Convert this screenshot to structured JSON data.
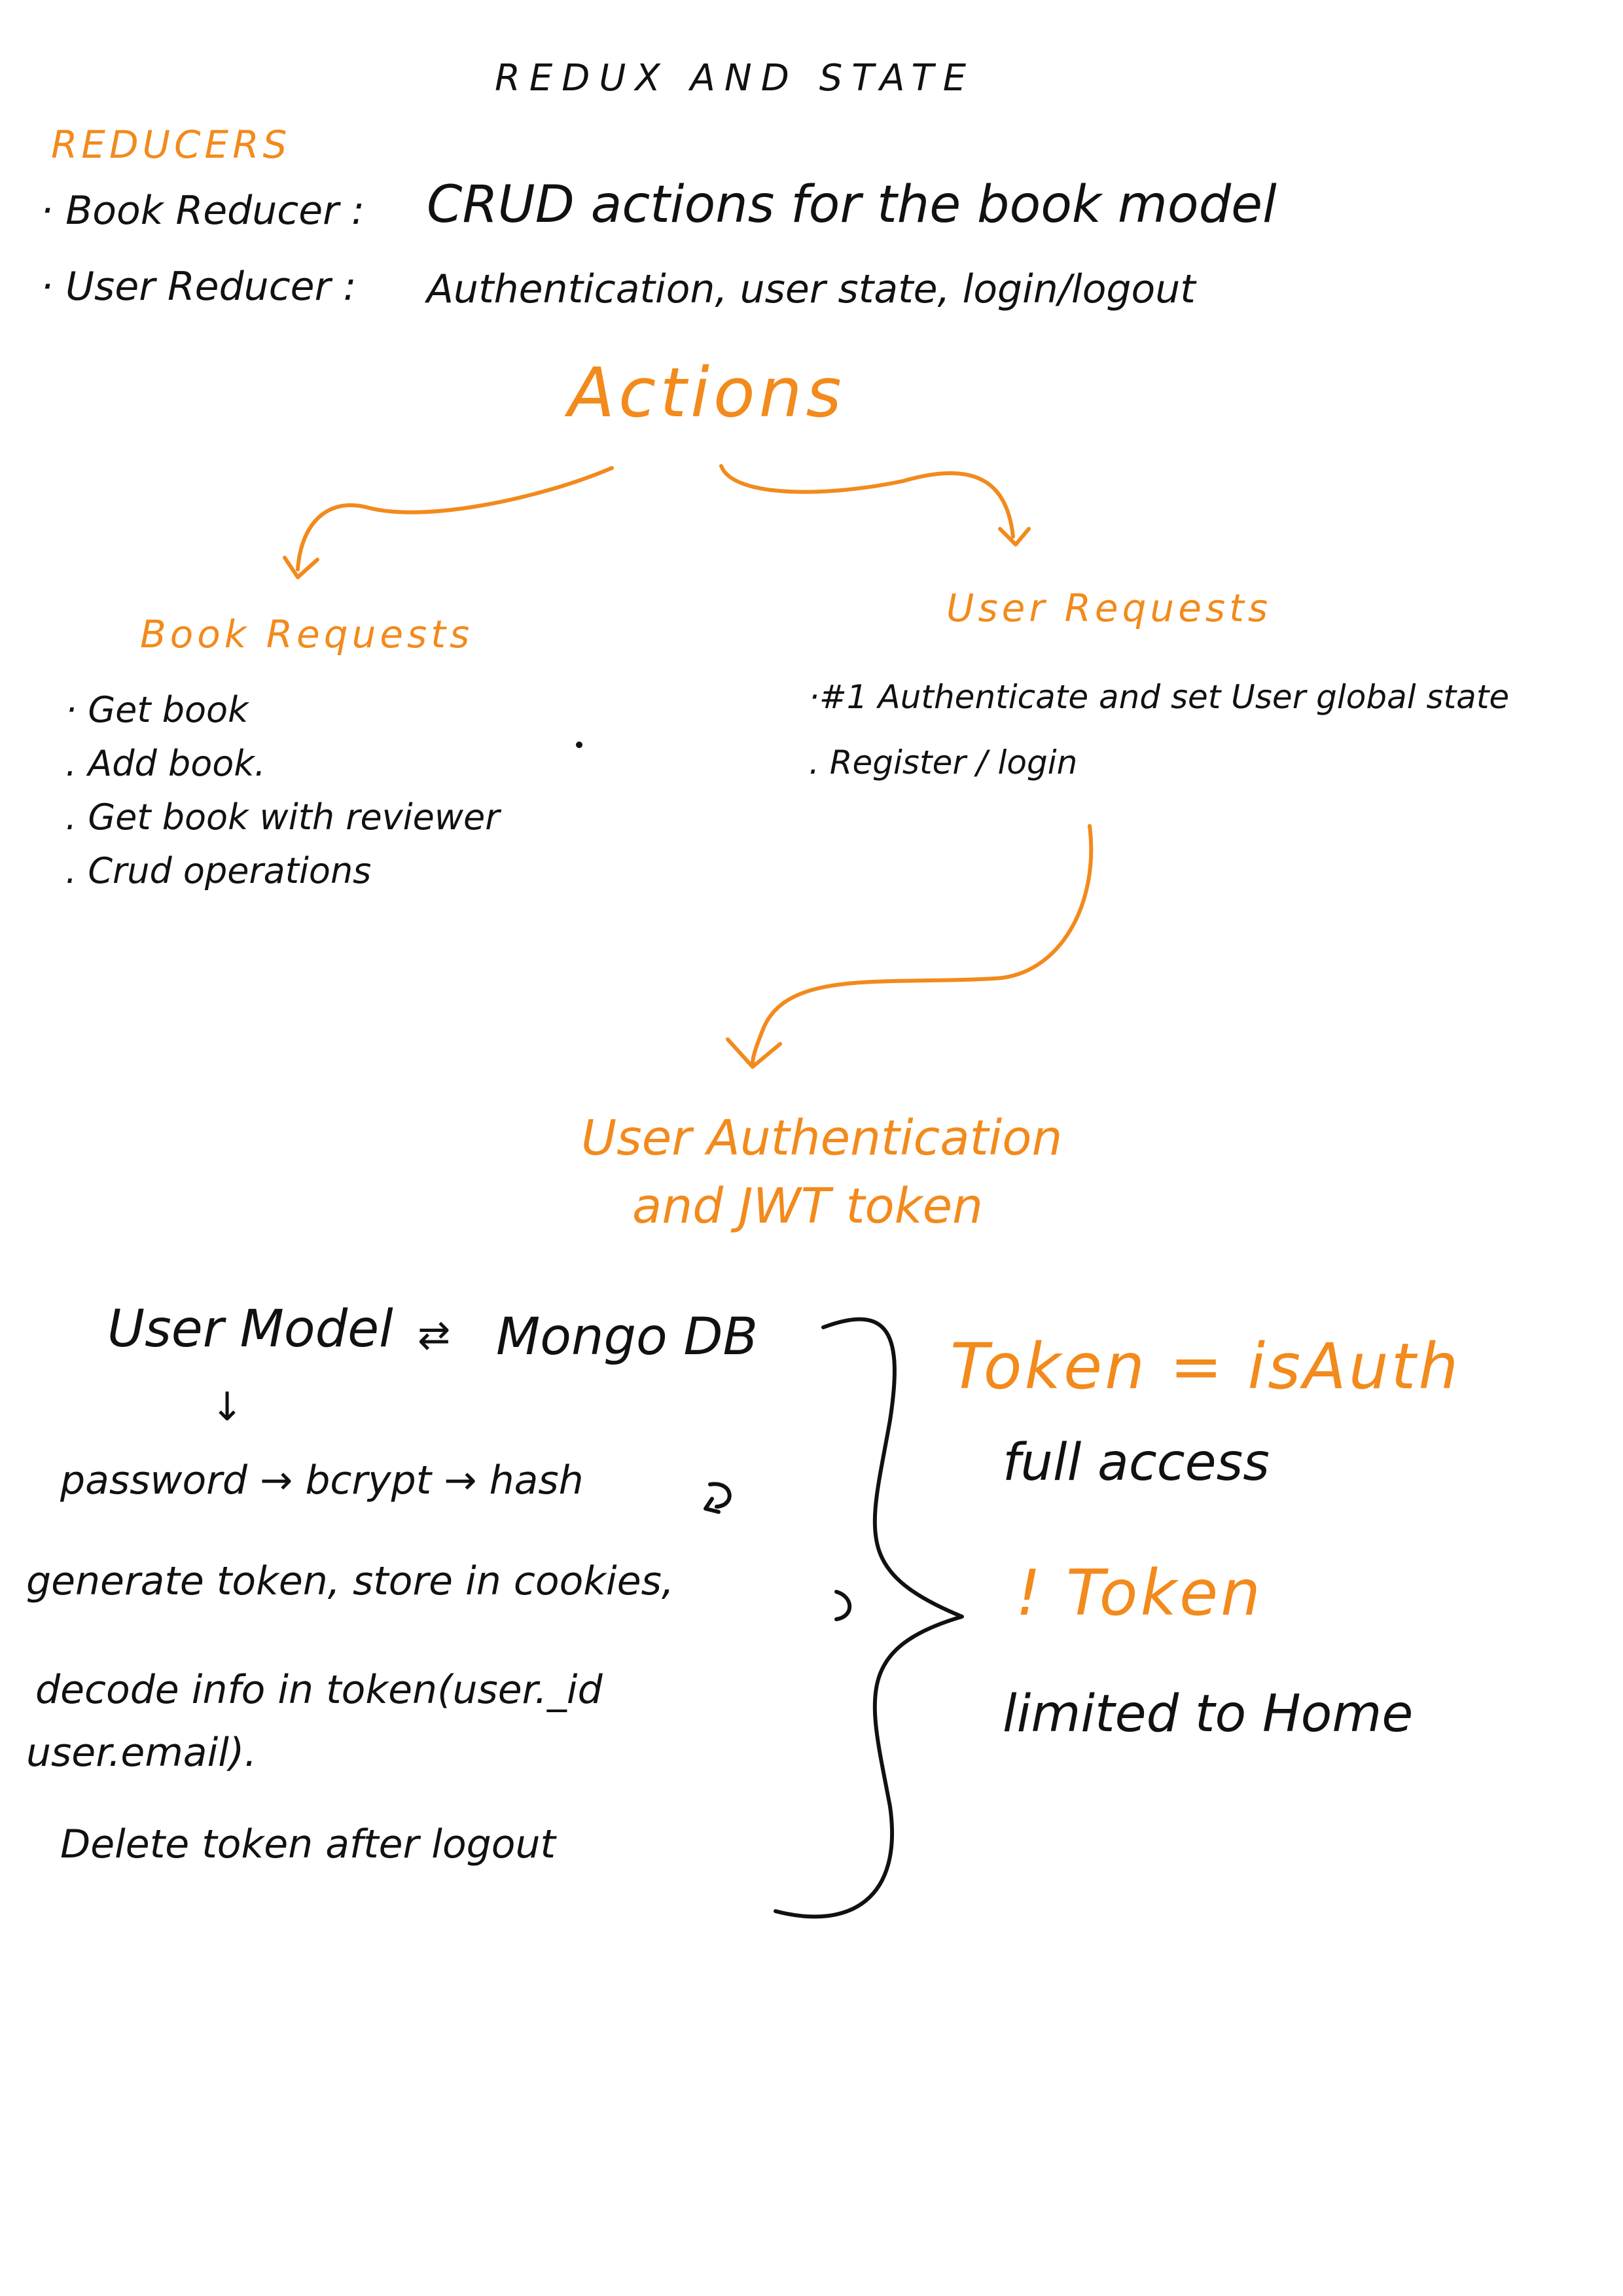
{
  "colors": {
    "accent": "#F28A1C",
    "ink": "#111111",
    "paper": "#ffffff"
  },
  "title": "REDUX AND STATE",
  "reducers": {
    "heading": "REDUCERS",
    "items": [
      {
        "label": "· Book Reducer :",
        "desc": "CRUD actions for the book model"
      },
      {
        "label": "· User Reducer :",
        "desc": "Authentication, user state, login/logout"
      }
    ]
  },
  "actions_heading": "Actions",
  "book_requests": {
    "heading": "Book Requests",
    "items": [
      "· Get book",
      ". Add book.",
      ". Get book with reviewer",
      ". Crud operations"
    ]
  },
  "user_requests": {
    "heading": "User Requests",
    "items": [
      "·#1 Authenticate and set User global state",
      ". Register / login"
    ]
  },
  "auth_heading": {
    "line1": "User Authentication",
    "line2": "and JWT token"
  },
  "auth_flow": {
    "user_model": "User Model",
    "bidirectional": "⇄",
    "mongodb": "Mongo DB",
    "down_arrow": "↓",
    "password_line": "password → bcrypt → hash",
    "generate_line": "generate token, store in cookies,",
    "decode_line1": "decode info in token(user._id",
    "decode_line2": "user.email).",
    "delete_line": "Delete token after logout"
  },
  "outcomes": {
    "token": "Token = isAuth",
    "token_desc": "full access",
    "no_token": "! Token",
    "no_token_desc": "limited to Home"
  }
}
